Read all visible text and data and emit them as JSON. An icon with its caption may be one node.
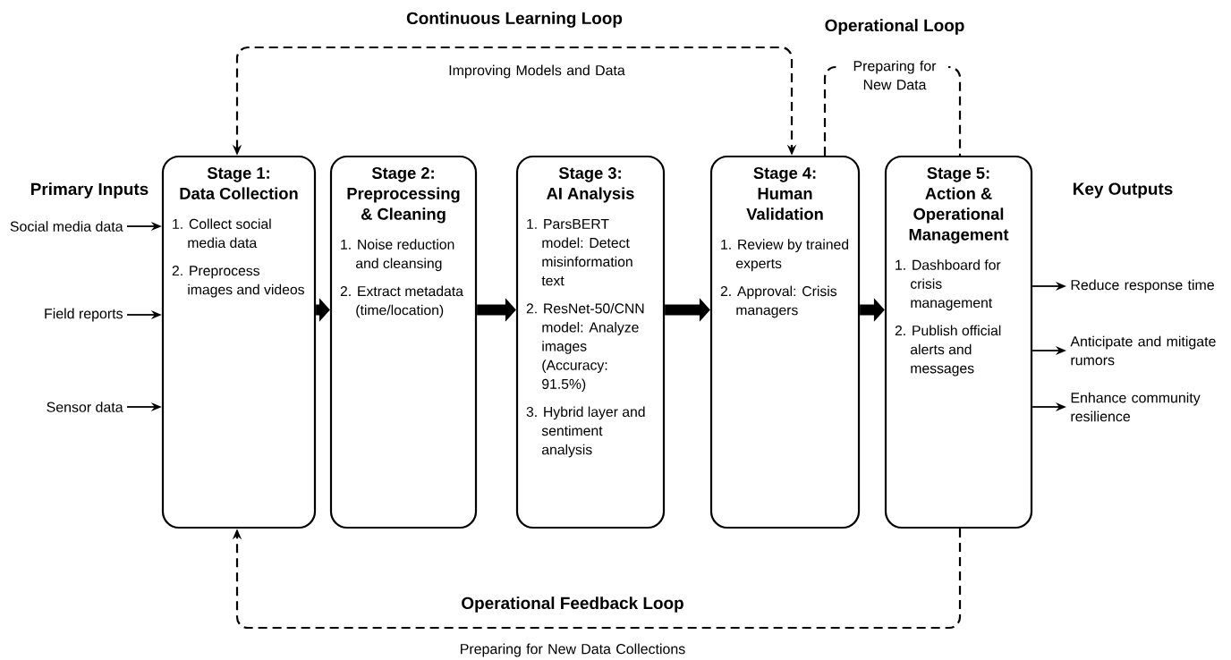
{
  "diagram": {
    "nodes": [
      {
        "text": [
          "Stage 1:",
          "Data Collection",
          "1. Collect social media data",
          "2. Preprocess images and videos"
        ]
      },
      {
        "text": [
          "Stage 2:",
          "Preprocessing & Cleaning",
          "1. Noise reduction and cleansing",
          "2. Extract metadata (time/location)"
        ]
      },
      {
        "text": [
          "Stage 3:",
          "AI Analysis",
          "1. ParsBERT model: Detect misinformation text",
          "2. ResNet-50/CNN model: Analyze images (Accuracy: 91.5%)",
          "3. Hybrid layer and sentiment analysis"
        ]
      },
      {
        "text": [
          "Stage 4:",
          "Human Validation",
          "1. Review by trained experts",
          "2. Approval: Crisis managers"
        ]
      },
      {
        "text": [
          "Stage 5:",
          "Action & Operational Management",
          "1. Dashboard for crisis management",
          "2. Publish official alerts and messages"
        ]
      },
      {
        "text": [
          "Social media data"
        ]
      },
      {
        "text": [
          "Field reports"
        ]
      },
      {
        "text": [
          "Sensor data"
        ]
      },
      {
        "text": [
          "Reduce response time"
        ]
      },
      {
        "text": [
          "Anticipate and mitigate rumors"
        ]
      },
      {
        "text": [
          "Enhance community resilience"
        ]
      }
    ],
    "edges": [
      {
        "from": 0,
        "to": 1,
        "arrow": "to",
        "style": "thick"
      },
      {
        "from": 1,
        "to": 2,
        "arrow": "to",
        "style": "thick"
      },
      {
        "from": 2,
        "to": 3,
        "arrow": "to",
        "style": "thick"
      },
      {
        "from": 3,
        "to": 4,
        "arrow": "to",
        "style": "thick"
      },
      {
        "from": 5,
        "to": 0,
        "arrow": "to"
      },
      {
        "from": 6,
        "to": 0,
        "arrow": "to"
      },
      {
        "from": 7,
        "to": 0,
        "arrow": "to"
      },
      {
        "from": 4,
        "to": 8,
        "arrow": "to"
      },
      {
        "from": 4,
        "to": 9,
        "arrow": "to"
      },
      {
        "from": 4,
        "to": 10,
        "arrow": "to"
      },
      {
        "from": 0,
        "to": 3,
        "arrow": "both",
        "style": "dashed",
        "label": "Improving Models and Data"
      },
      {
        "from": 3,
        "to": 4,
        "arrow": "none",
        "style": "dashed",
        "label": "Preparing for New Data"
      },
      {
        "from": 4,
        "to": 0,
        "arrow": "to",
        "style": "dashed",
        "label": "Preparing for New Data Collections"
      }
    ],
    "labels": [
      "Continuous Learning Loop",
      "Operational Loop",
      "Primary Inputs",
      "Key Outputs",
      "Operational Feedback Loop"
    ]
  }
}
